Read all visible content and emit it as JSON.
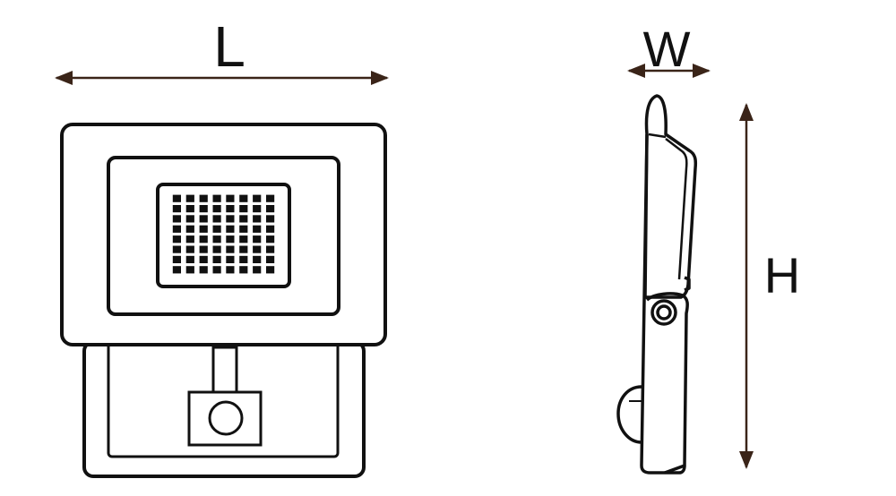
{
  "labels": {
    "length": "L",
    "width": "W",
    "height": "H"
  },
  "front_view": {
    "led_grid": {
      "rows": 8,
      "cols": 8
    }
  },
  "colors": {
    "stroke": "#111111",
    "dimension": "#3a2418",
    "background": "#ffffff"
  }
}
